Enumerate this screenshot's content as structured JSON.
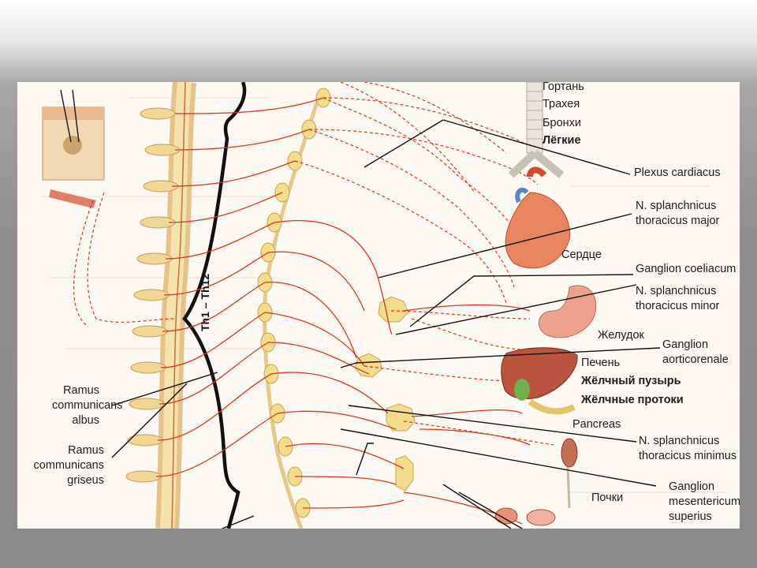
{
  "labels": {
    "larynx": "Гортань",
    "trachea": "Трахея",
    "bronchi": "Бронхи",
    "lungs": "Лёгкие",
    "plexus_cardiacus": "Plexus cardiacus",
    "splanch_major_1": "N. splanchnicus",
    "splanch_major_2": "thoracicus major",
    "heart": "Сердце",
    "ganglion_coeliacum": "Ganglion coeliacum",
    "splanch_minor_1": "N. splanchnicus",
    "splanch_minor_2": "thoracicus minor",
    "stomach": "Желудок",
    "ganglion_aorticorenale_1": "Ganglion",
    "ganglion_aorticorenale_2": "aorticorenale",
    "liver": "Печень",
    "gallbladder": "Жёлчный пузырь",
    "bile_ducts": "Жёлчные протоки",
    "pancreas": "Pancreas",
    "splanch_minimus_1": "N. splanchnicus",
    "splanch_minimus_2": "thoracicus minimus",
    "ganglion_mes_sup_1": "Ganglion",
    "ganglion_mes_sup_2": "mesentericum",
    "ganglion_mes_sup_3": "superius",
    "kidneys": "Почки",
    "ramus_albus_1": "Ramus",
    "ramus_albus_2": "communicans",
    "ramus_albus_3": "albus",
    "ramus_griseus_1": "Ramus",
    "ramus_griseus_2": "communicans",
    "ramus_griseus_3": "griseus",
    "segment": "Th1 – Th12"
  },
  "colors": {
    "nerve": "#d8371f",
    "ganglion": "#f3dc8c",
    "organ": "#e9856f",
    "slide_bg": "#8f8f8f"
  }
}
